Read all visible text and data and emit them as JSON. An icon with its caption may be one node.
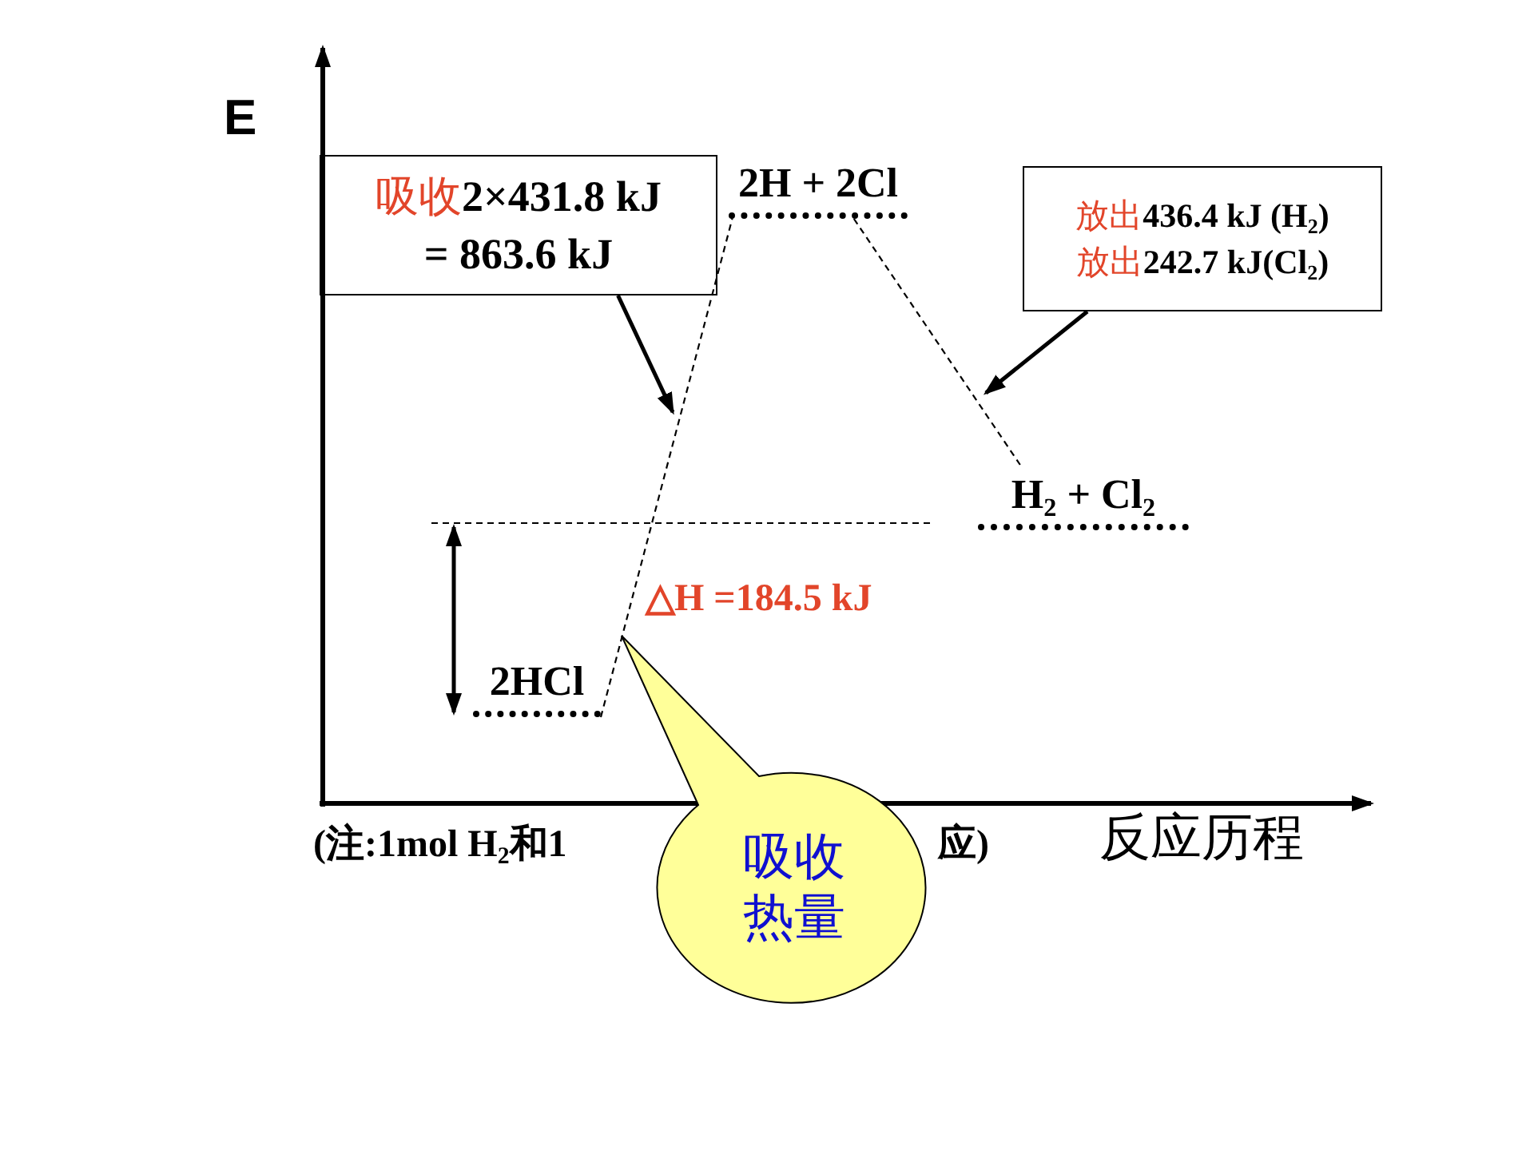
{
  "diagram": {
    "nodes": [
      {
        "text": [
          "吸收**2×431.8 kJ = 863.6 kJ**"
        ]
      },
      {
        "text": [
          "2H + 2Cl"
        ]
      },
      {
        "text": [
          "放出**436.4 kJ (H**$_{2}$**)**",
          "放出**242.7 kJ(Cl**$_{2}$**)**"
        ]
      },
      {
        "text": [
          "H$_{2}$ + Cl$_{2}$"
        ]
      },
      {
        "text": [
          "2HCl"
        ]
      },
      {
        "text": [
          "吸收热量"
        ]
      }
    ],
    "edges": [
      {
        "from": 4,
        "to": 1,
        "arrow": "none",
        "style": "dashed"
      },
      {
        "from": 1,
        "to": 3,
        "arrow": "none",
        "style": "dashed"
      },
      {
        "from": 0,
        "to": null,
        "arrow": "to"
      },
      {
        "from": 2,
        "to": null,
        "arrow": "to"
      }
    ],
    "labels": [
      "E",
      "△H =184.5 kJ",
      "(注:1mol H$_{2}$和1",
      "应)",
      "反应历程"
    ]
  }
}
